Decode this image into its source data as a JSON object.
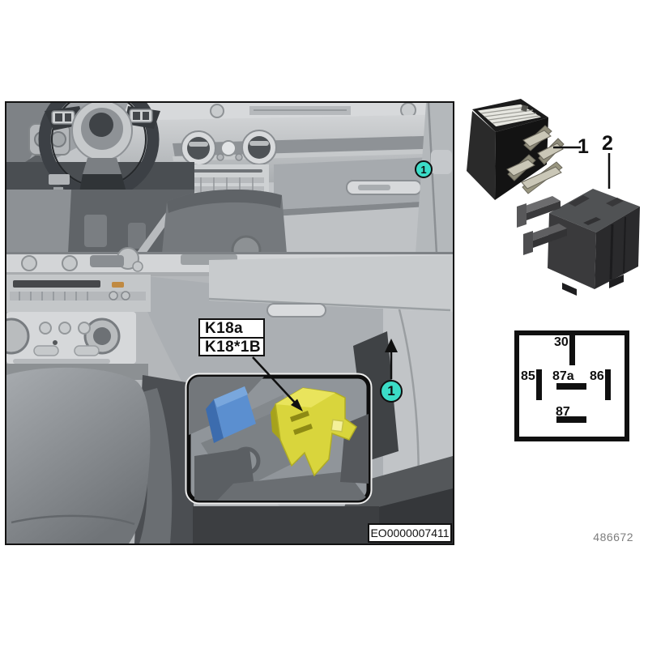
{
  "page": {
    "part_number": "486672"
  },
  "main_image": {
    "photo_code": "EO0000007411",
    "location_label": {
      "line1": "K18a",
      "line2": "K18*1B"
    },
    "dashboard_callout": "1",
    "arrow_callout": "1"
  },
  "parts": {
    "relay_callout": "1",
    "socket_callout": "2"
  },
  "pin_diagram": {
    "pins": [
      "30",
      "85",
      "87a",
      "86",
      "87"
    ]
  },
  "colors": {
    "callout_teal": "#3bdcc7",
    "relay_bracket_yellow": "#d9d53c",
    "connector_blue": "#5b8fd0",
    "outline_black": "#101010"
  }
}
